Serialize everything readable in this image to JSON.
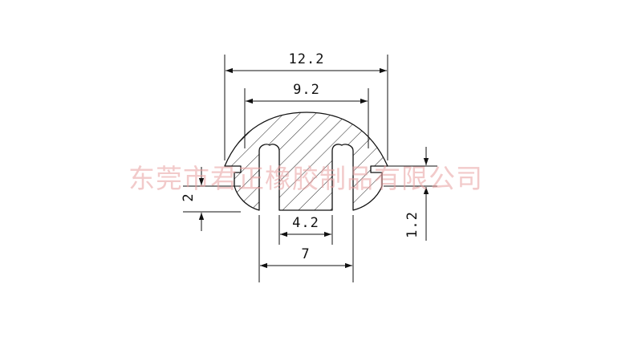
{
  "dimensions": {
    "overall_width": "12.2",
    "inner_width": "9.2",
    "channel_width": "4.2",
    "base_width": "7",
    "slot_height": "2",
    "right_height": "1.2"
  },
  "watermark": {
    "text": "东莞市君正橡胶制品有限公司",
    "color": "#e8a0a0"
  },
  "colors": {
    "line": "#111111",
    "hatch": "#222222",
    "background": "#ffffff"
  }
}
